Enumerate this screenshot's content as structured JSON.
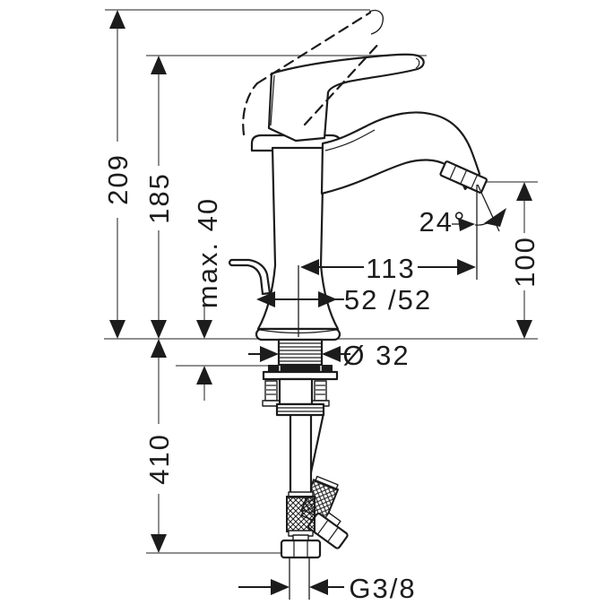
{
  "page": {
    "background": "#ffffff"
  },
  "colors": {
    "line": "#1c1c1c",
    "dimension_line": "#8f8f8f",
    "fill": "#ffffff"
  },
  "labels": {
    "overall_height": "209",
    "height_to_handle_top": "185",
    "max_mounting_thickness": "max. 40",
    "spout_reach": "113",
    "base_dimensions": "52 /52",
    "spout_angle": "24°",
    "spout_outlet_height": "100",
    "shank_diameter": "Ø 32",
    "hose_length": "410",
    "hose_thread": "G3/8"
  }
}
